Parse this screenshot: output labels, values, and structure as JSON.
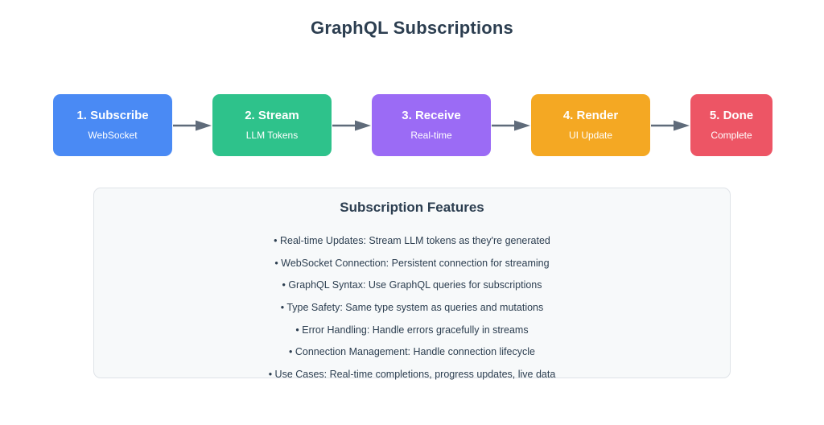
{
  "page": {
    "title": "GraphQL Subscriptions",
    "background_color": "#ffffff",
    "text_color": "#2c3e50"
  },
  "flow": {
    "arrow_color": "#5f6b7a",
    "steps": [
      {
        "title": "1. Subscribe",
        "subtitle": "WebSocket",
        "color": "#4a8af4"
      },
      {
        "title": "2. Stream",
        "subtitle": "LLM Tokens",
        "color": "#2ec28b"
      },
      {
        "title": "3. Receive",
        "subtitle": "Real-time",
        "color": "#9b6bf5"
      },
      {
        "title": "4. Render",
        "subtitle": "UI Update",
        "color": "#f4a823"
      },
      {
        "title": "5. Done",
        "subtitle": "Complete",
        "color": "#ed5565"
      }
    ]
  },
  "features": {
    "title": "Subscription Features",
    "panel_background": "#f7f9fa",
    "panel_border": "#dfe3e8",
    "items": [
      "• Real-time Updates: Stream LLM tokens as they're generated",
      "• WebSocket Connection: Persistent connection for streaming",
      "• GraphQL Syntax: Use GraphQL queries for subscriptions",
      "• Type Safety: Same type system as queries and mutations",
      "• Error Handling: Handle errors gracefully in streams",
      "• Connection Management: Handle connection lifecycle",
      "• Use Cases: Real-time completions, progress updates, live data"
    ]
  }
}
